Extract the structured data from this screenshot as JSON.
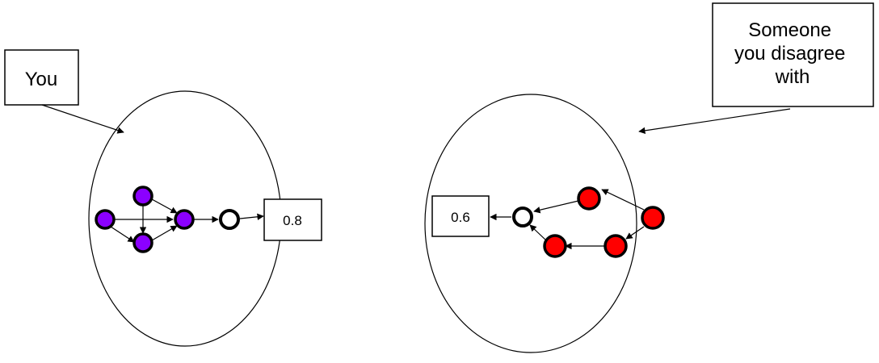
{
  "left_person": {
    "label": "You",
    "score": "0.8",
    "node_color": "#8B00FF"
  },
  "right_person": {
    "label_lines": [
      "Someone",
      "you disagree",
      "with"
    ],
    "score": "0.6",
    "node_color": "#FF0000"
  },
  "colors": {
    "stroke": "#000000",
    "hollow_node_fill": "#ffffff"
  }
}
